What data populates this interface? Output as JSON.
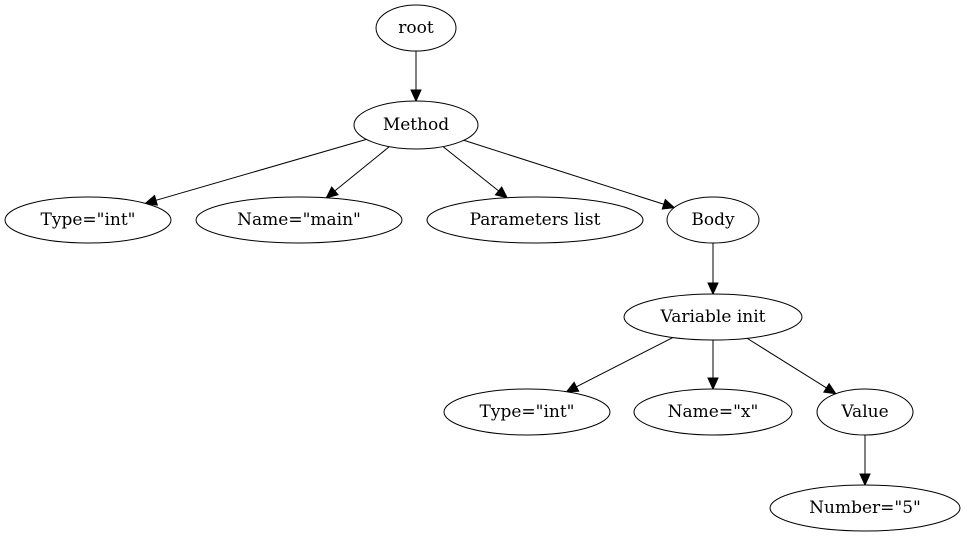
{
  "nodes": [
    {
      "id": "root",
      "label": "root"
    },
    {
      "id": "method",
      "label": "Method"
    },
    {
      "id": "type1",
      "label": "Type=\"int\""
    },
    {
      "id": "name1",
      "label": "Name=\"main\""
    },
    {
      "id": "params",
      "label": "Parameters list"
    },
    {
      "id": "body",
      "label": "Body"
    },
    {
      "id": "varinit",
      "label": "Variable init"
    },
    {
      "id": "type2",
      "label": "Type=\"int\""
    },
    {
      "id": "name2",
      "label": "Name=\"x\""
    },
    {
      "id": "value",
      "label": "Value"
    },
    {
      "id": "number",
      "label": "Number=\"5\""
    }
  ],
  "edges": [
    {
      "from": "root",
      "to": "method"
    },
    {
      "from": "method",
      "to": "type1"
    },
    {
      "from": "method",
      "to": "name1"
    },
    {
      "from": "method",
      "to": "params"
    },
    {
      "from": "method",
      "to": "body"
    },
    {
      "from": "body",
      "to": "varinit"
    },
    {
      "from": "varinit",
      "to": "type2"
    },
    {
      "from": "varinit",
      "to": "name2"
    },
    {
      "from": "varinit",
      "to": "value"
    },
    {
      "from": "value",
      "to": "number"
    }
  ]
}
